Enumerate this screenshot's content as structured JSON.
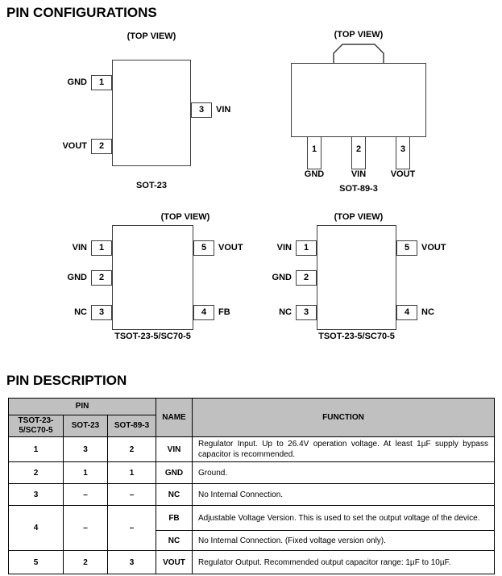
{
  "headings": {
    "pin_configurations": "PIN CONFIGURATIONS",
    "pin_description": "PIN DESCRIPTION"
  },
  "packages": {
    "sot23": {
      "top_view": "(TOP VIEW)",
      "name": "SOT-23",
      "pins": [
        {
          "number": "1",
          "label": "GND"
        },
        {
          "number": "2",
          "label": "VOUT"
        },
        {
          "number": "3",
          "label": "VIN"
        }
      ]
    },
    "sot89": {
      "top_view": "(TOP VIEW)",
      "name": "SOT-89-3",
      "pins": [
        {
          "number": "1",
          "label": "GND"
        },
        {
          "number": "2",
          "label": "VIN"
        },
        {
          "number": "3",
          "label": "VOUT"
        }
      ]
    },
    "tsot_fb": {
      "top_view": "(TOP VIEW)",
      "name": "TSOT-23-5/SC70-5",
      "left_pins": [
        {
          "number": "1",
          "label": "VIN"
        },
        {
          "number": "2",
          "label": "GND"
        },
        {
          "number": "3",
          "label": "NC"
        }
      ],
      "right_pins": [
        {
          "number": "5",
          "label": "VOUT"
        },
        {
          "number": "4",
          "label": "FB"
        }
      ]
    },
    "tsot_nc": {
      "top_view": "(TOP VIEW)",
      "name": "TSOT-23-5/SC70-5",
      "left_pins": [
        {
          "number": "1",
          "label": "VIN"
        },
        {
          "number": "2",
          "label": "GND"
        },
        {
          "number": "3",
          "label": "NC"
        }
      ],
      "right_pins": [
        {
          "number": "5",
          "label": "VOUT"
        },
        {
          "number": "4",
          "label": "NC"
        }
      ]
    }
  },
  "pin_table": {
    "header": {
      "pin_group": "PIN",
      "col_tsot": "TSOT-23-5/SC70-5",
      "col_sot23": "SOT-23",
      "col_sot89": "SOT-89-3",
      "col_name": "NAME",
      "col_function": "FUNCTION"
    },
    "rows": [
      {
        "tsot": "1",
        "sot23": "3",
        "sot89": "2",
        "name": "VIN",
        "function": "Regulator Input. Up to 26.4V operation voltage. At least 1µF supply bypass capacitor is recommended."
      },
      {
        "tsot": "2",
        "sot23": "1",
        "sot89": "1",
        "name": "GND",
        "function": "Ground."
      },
      {
        "tsot": "3",
        "sot23": "–",
        "sot89": "–",
        "name": "NC",
        "function": "No Internal Connection."
      },
      {
        "tsot": "4",
        "sot23": "–",
        "sot89": "–",
        "name": "FB",
        "function": "Adjustable Voltage Version. This is used to set the output voltage of the device."
      },
      {
        "name": "NC",
        "function": "No Internal Connection. (Fixed voltage version only)."
      },
      {
        "tsot": "5",
        "sot23": "2",
        "sot89": "3",
        "name": "VOUT",
        "function": "Regulator Output. Recommended output capacitor range: 1µF to 10µF."
      }
    ]
  },
  "colors": {
    "table_header_bg": "#c0c0c0",
    "line": "#3d3d3d",
    "text": "#000000"
  }
}
